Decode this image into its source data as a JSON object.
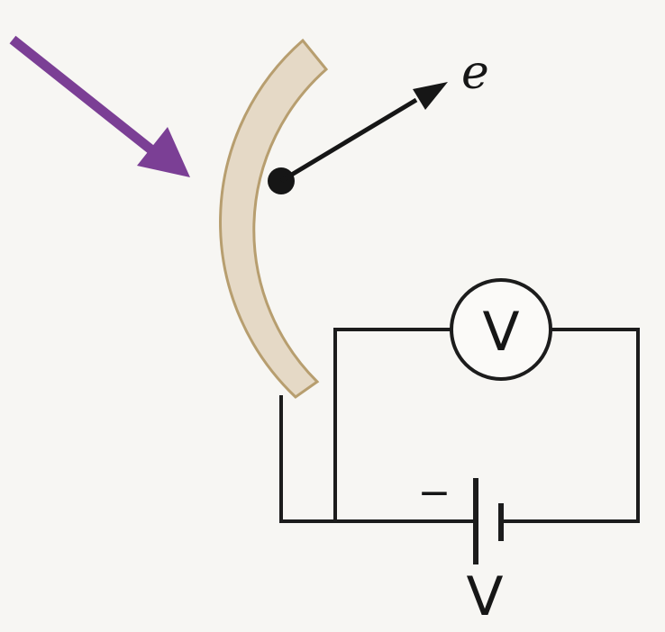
{
  "labels": {
    "electron": "e",
    "meter": "V",
    "battery_minus": "−",
    "battery_voltage": "V"
  },
  "colors": {
    "background": "#f7f6f3",
    "incident_arrow": "#7b3f95",
    "plate_fill": "#e5d9c6",
    "plate_stroke": "#b79e6f",
    "wire": "#1c1c1c"
  },
  "icons": {
    "incident": "purple-arrow-icon",
    "electron": "electron-dot-icon",
    "meter": "voltmeter-icon",
    "battery": "battery-icon"
  }
}
